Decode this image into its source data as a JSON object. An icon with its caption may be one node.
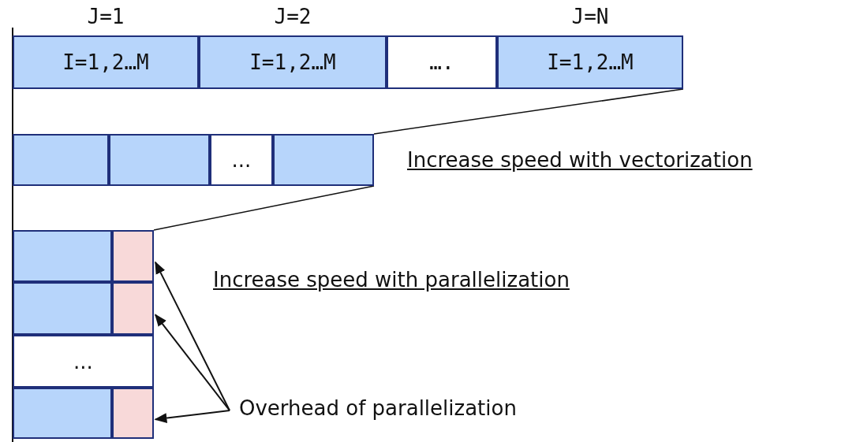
{
  "diagram": {
    "nodes": [
      {
        "text": [
          "I=1,2…M"
        ],
        "beside": [
          "J=1"
        ]
      },
      {
        "text": [
          "I=1,2…M"
        ],
        "beside": [
          "J=2"
        ]
      },
      {
        "text": [
          "…."
        ]
      },
      {
        "text": [
          "I=1,2…M"
        ],
        "beside": [
          "J=N"
        ]
      },
      {
        "text": [],
        "shape": "box"
      },
      {
        "text": [],
        "shape": "box"
      },
      {
        "text": [
          "..."
        ]
      },
      {
        "text": [],
        "shape": "box"
      },
      {
        "text": [],
        "shape": "box"
      },
      {
        "text": [],
        "shape": "box"
      },
      {
        "text": [],
        "shape": "box"
      },
      {
        "text": [],
        "shape": "box"
      },
      {
        "text": [
          "..."
        ]
      },
      {
        "text": [],
        "shape": "box"
      },
      {
        "text": [],
        "shape": "box"
      },
      {
        "text": [
          "Overhead of parallelization"
        ]
      }
    ],
    "edges": [
      {
        "from": 3,
        "to": 7,
        "arrow": "none"
      },
      {
        "from": 7,
        "to": 9,
        "arrow": "none"
      },
      {
        "from": 15,
        "to": 9,
        "arrow": "to"
      },
      {
        "from": 15,
        "to": 11,
        "arrow": "to"
      },
      {
        "from": 15,
        "to": 14,
        "arrow": "to"
      }
    ],
    "labels": [
      "Increase speed with vectorization",
      "Increase speed with parallelization"
    ]
  }
}
